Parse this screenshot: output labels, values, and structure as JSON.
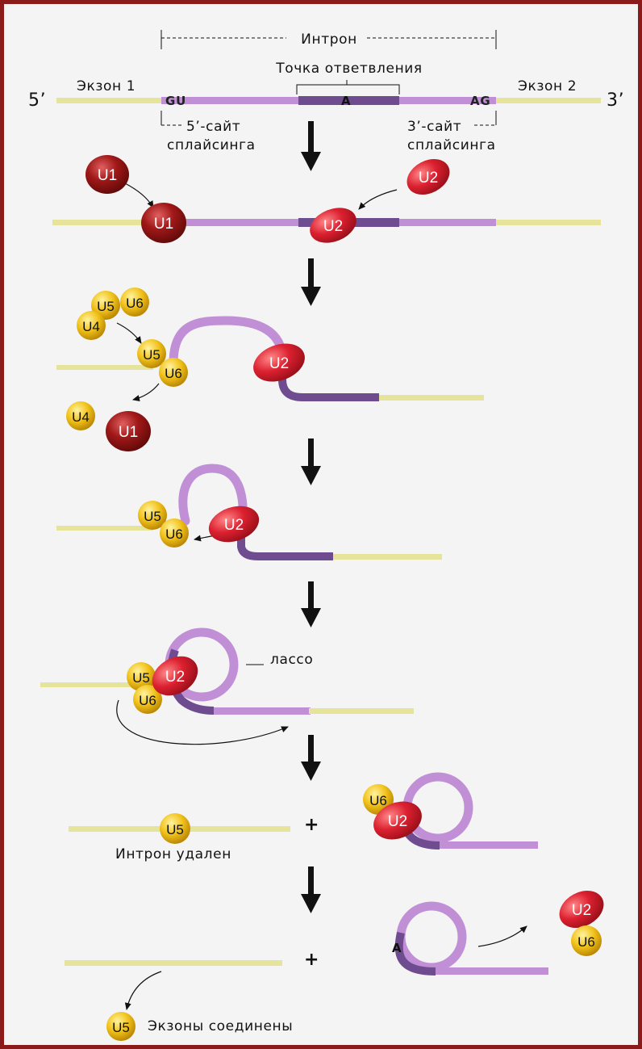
{
  "labels": {
    "intron": "Интрон",
    "branch_point": "Точка ответвления",
    "exon1": "Экзон 1",
    "exon2": "Экзон 2",
    "five_prime": "5’",
    "three_prime": "3’",
    "gu": "GU",
    "a": "A",
    "ag": "AG",
    "five_site_1": "5’-сайт",
    "five_site_2": "сплайсинга",
    "three_site_1": "3’-сайт",
    "three_site_2": "сплайсинга",
    "lasso": "лассо",
    "intron_removed": "Интрон удален",
    "exons_joined": "Экзоны соединены",
    "plus": "+"
  },
  "particles": {
    "u1": "U1",
    "u2": "U2",
    "u4": "U4",
    "u5": "U5",
    "u6": "U6"
  },
  "colors": {
    "exon": "#e6e39a",
    "intron": "#c08fd6",
    "intron_dark": "#6f4c8f",
    "u1": "#9c1414",
    "u2": "#d51d2b",
    "u_small": "#e8b500",
    "frame": "#8b1a1a"
  }
}
